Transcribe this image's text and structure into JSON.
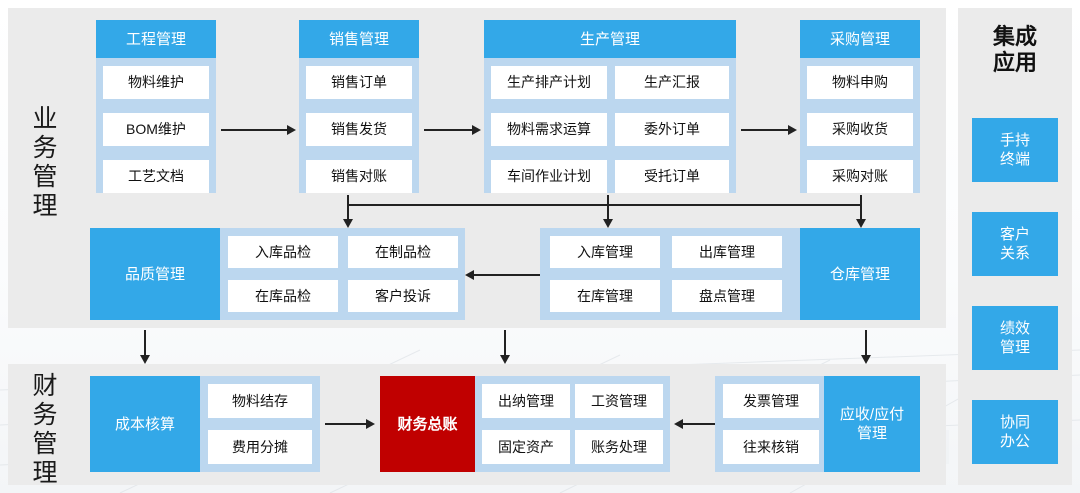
{
  "diagram": {
    "title_business": "业务管理",
    "title_finance": "财务管理",
    "sidebar_title": "集成应用"
  },
  "business": {
    "engineering": {
      "header": "工程管理",
      "items": [
        "物料维护",
        "BOM维护",
        "工艺文档"
      ]
    },
    "sales": {
      "header": "销售管理",
      "items": [
        "销售订单",
        "销售发货",
        "销售对账"
      ]
    },
    "production": {
      "header": "生产管理",
      "items": [
        "生产排产计划",
        "生产汇报",
        "物料需求运算",
        "委外订单",
        "车间作业计划",
        "受托订单"
      ]
    },
    "purchasing": {
      "header": "采购管理",
      "items": [
        "物料申购",
        "采购收货",
        "采购对账"
      ]
    },
    "quality": {
      "header": "品质管理",
      "items": [
        "入库品检",
        "在制品检",
        "在库品检",
        "客户投诉"
      ]
    },
    "warehouse": {
      "header": "仓库管理",
      "items": [
        "入库管理",
        "出库管理",
        "在库管理",
        "盘点管理"
      ]
    }
  },
  "finance": {
    "cost": {
      "header": "成本核算",
      "items": [
        "物料结存",
        "费用分摊"
      ]
    },
    "ledger": {
      "header": "财务总账",
      "items": [
        "出纳管理",
        "工资管理",
        "固定资产",
        "账务处理"
      ]
    },
    "receivable": {
      "header": "应收/应付管理",
      "items": [
        "发票管理",
        "往来核销"
      ]
    }
  },
  "sidebar": {
    "items": [
      "手持终端",
      "客户关系",
      "绩效管理",
      "协同办公"
    ]
  },
  "colors": {
    "accent_blue": "#33a8e8",
    "light_blue": "#bcd7ef",
    "red": "#c00000",
    "panel_gray": "#ebebeb"
  }
}
